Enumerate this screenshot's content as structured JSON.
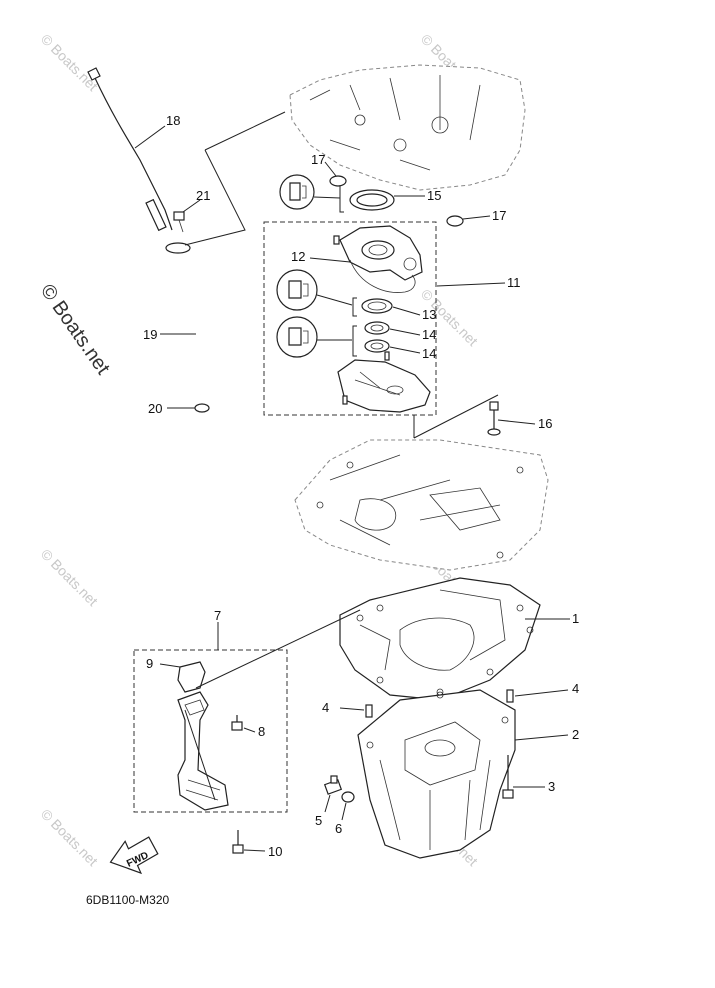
{
  "diagram": {
    "code": "6DB1100-M320",
    "fwd_label": "FWD",
    "watermark": "© Boats.net",
    "callouts": [
      "1",
      "2",
      "3",
      "4",
      "4",
      "5",
      "6",
      "7",
      "8",
      "9",
      "10",
      "11",
      "12",
      "13",
      "14",
      "14",
      "15",
      "16",
      "17",
      "17",
      "18",
      "19",
      "20",
      "21"
    ]
  }
}
